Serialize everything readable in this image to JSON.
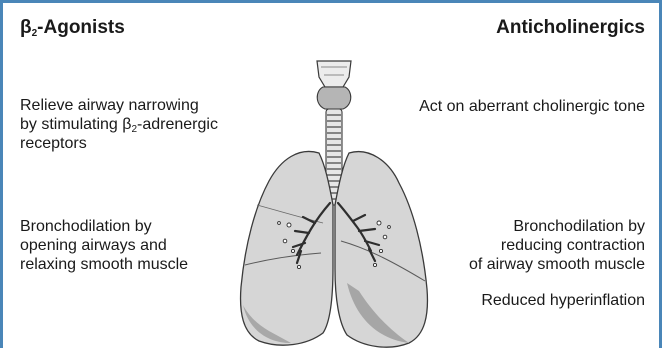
{
  "left": {
    "heading": {
      "prefix": "β",
      "sub": "2",
      "suffix": "-Agonists"
    },
    "effect1": {
      "line1": "Relieve airway narrowing",
      "line2_pre": "by stimulating β",
      "line2_sub": "2",
      "line2_post": "-adrenergic",
      "line3": "receptors"
    },
    "effect2": [
      "Bronchodilation by",
      "opening airways and",
      "relaxing smooth muscle"
    ]
  },
  "right": {
    "heading": "Anticholinergics",
    "effect1": "Act on aberrant cholinergic tone",
    "effect2": [
      "Bronchodilation by",
      "reducing contraction",
      "of airway smooth muscle"
    ],
    "effect3": "Reduced hyperinflation"
  },
  "colors": {
    "border": "#4a86b8",
    "text": "#1a1a1a",
    "lung_fill": "#d3d3d3",
    "lung_stroke": "#3a3a3a"
  }
}
